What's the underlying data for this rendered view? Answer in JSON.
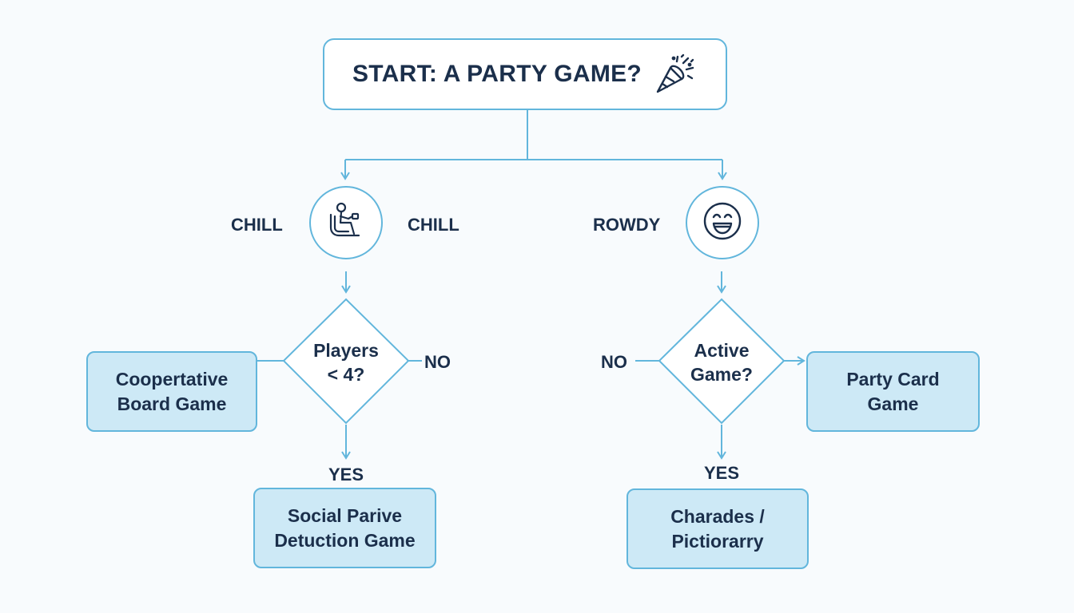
{
  "start": {
    "title": "START: A PARTY GAME?",
    "icon": "party-popper-icon"
  },
  "branches": {
    "chill": {
      "label_left": "CHILL",
      "label_right": "CHILL",
      "icon": "relaxing-person-icon"
    },
    "rowdy": {
      "label": "ROWDY",
      "icon": "laughing-face-icon"
    }
  },
  "decisions": {
    "players": {
      "text": "Players\n< 4?",
      "no_label": "NO",
      "yes_label": "YES"
    },
    "active": {
      "text": "Active\nGame?",
      "no_label": "NO",
      "yes_label": "YES"
    }
  },
  "results": {
    "cooperative": "Coopertative\nBoard Game",
    "social": "Social Parive\nDetuction Game",
    "party_card": "Party Card\nGame",
    "charades": "Charades /\nPictiorarry"
  },
  "colors": {
    "line": "#62b6dc",
    "result_fill": "#cde9f6",
    "text": "#1b2f4b",
    "background": "#f8fbfd"
  }
}
